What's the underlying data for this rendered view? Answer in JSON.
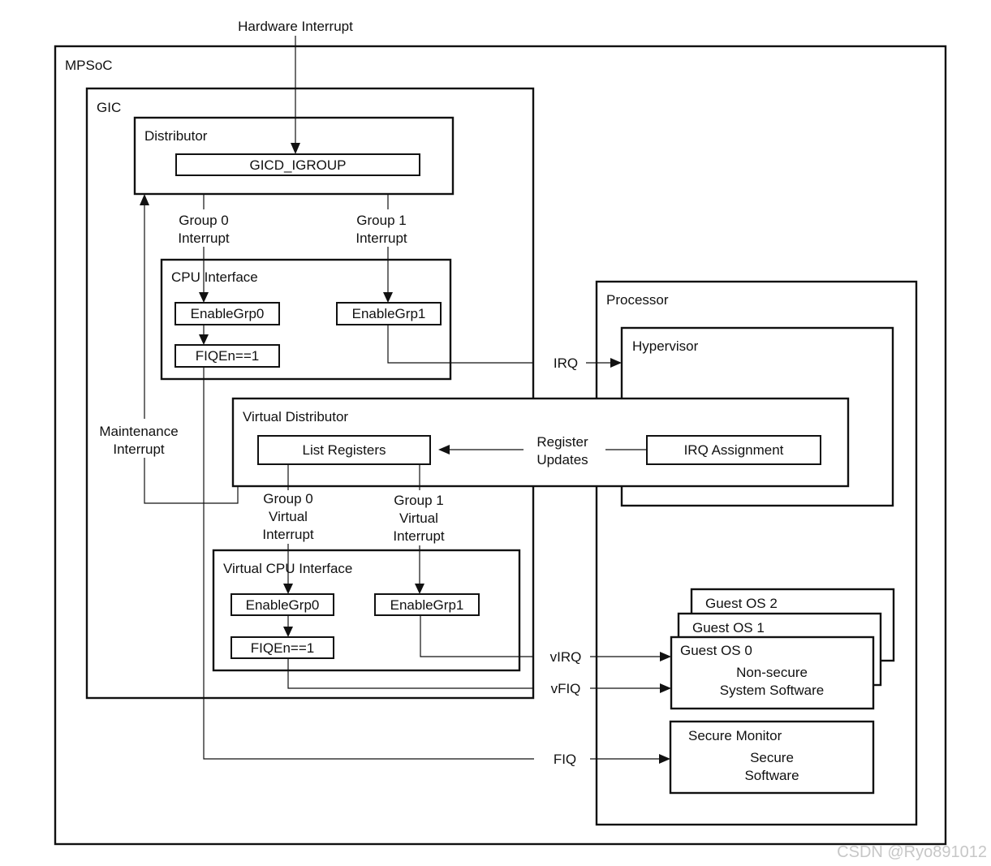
{
  "title": {
    "hardware_interrupt": "Hardware Interrupt"
  },
  "mpsoc": {
    "label": "MPSoC"
  },
  "gic": {
    "label": "GIC",
    "distributor": {
      "label": "Distributor",
      "register": "GICD_IGROUP"
    },
    "group0_interrupt": [
      "Group 0",
      "Interrupt"
    ],
    "group1_interrupt": [
      "Group 1",
      "Interrupt"
    ],
    "cpu_interface": {
      "label": "CPU Interface",
      "enable_grp0": "EnableGrp0",
      "enable_grp1": "EnableGrp1",
      "fiqen": "FIQEn==1"
    },
    "maintenance_interrupt": [
      "Maintenance",
      "Interrupt"
    ],
    "virtual_distributor": {
      "label": "Virtual Distributor",
      "list_registers": "List Registers",
      "register_updates": [
        "Register",
        "Updates"
      ],
      "irq_assignment": "IRQ Assignment"
    },
    "group0_virtual_interrupt": [
      "Group 0",
      "Virtual",
      "Interrupt"
    ],
    "group1_virtual_interrupt": [
      "Group 1",
      "Virtual",
      "Interrupt"
    ],
    "virtual_cpu_interface": {
      "label": "Virtual CPU Interface",
      "enable_grp0": "EnableGrp0",
      "enable_grp1": "EnableGrp1",
      "fiqen": "FIQEn==1"
    }
  },
  "signals": {
    "irq": "IRQ",
    "virq": "vIRQ",
    "vfiq": "vFIQ",
    "fiq": "FIQ"
  },
  "processor": {
    "label": "Processor",
    "hypervisor": "Hypervisor",
    "guest_os_2": "Guest OS 2",
    "guest_os_1": "Guest OS 1",
    "guest_os_0": "Guest OS 0",
    "nonsecure_software": [
      "Non-secure",
      "System Software"
    ],
    "secure_monitor": "Secure Monitor",
    "secure_software": [
      "Secure",
      "Software"
    ]
  },
  "watermark": "CSDN @Ryo891012"
}
